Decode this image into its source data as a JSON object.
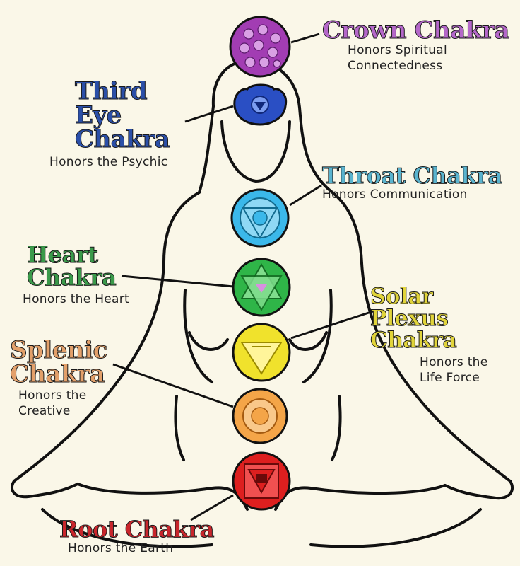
{
  "chakras": [
    {
      "id": "crown",
      "title": "Crown Chakra",
      "subtitle": "Honors Spiritual Connectedness",
      "color": "#a23db3",
      "title_color": "#b467c9"
    },
    {
      "id": "third-eye",
      "title": "Third Eye Chakra",
      "subtitle": "Honors the Psychic",
      "color": "#2a4fc4",
      "title_color": "#2b4fa8"
    },
    {
      "id": "throat",
      "title": "Throat Chakra",
      "subtitle": "Honors Communication",
      "color": "#3bb8ea",
      "title_color": "#5ab4cf"
    },
    {
      "id": "heart",
      "title": "Heart Chakra",
      "subtitle": "Honors the Heart",
      "color": "#2fb548",
      "title_color": "#3a9a4a"
    },
    {
      "id": "solar",
      "title": "Solar Plexus Chakra",
      "subtitle": "Honors the Life Force",
      "color": "#f0e22c",
      "title_color": "#e1d43a"
    },
    {
      "id": "splenic",
      "title": "Splenic Chakra",
      "subtitle": "Honors the Creative",
      "color": "#f4a548",
      "title_color": "#e3a06a"
    },
    {
      "id": "root",
      "title": "Root Chakra",
      "subtitle": "Honors the Earth",
      "color": "#dd1f1f",
      "title_color": "#c9262c"
    }
  ],
  "labels": {
    "crown_title": "Crown Chakra",
    "crown_sub_1": "Honors Spiritual",
    "crown_sub_2": "Connectedness",
    "third_eye_title_1": "Third Eye",
    "third_eye_title_2": "Chakra",
    "third_eye_sub": "Honors the Psychic",
    "throat_title": "Throat Chakra",
    "throat_sub": "Honors Communication",
    "heart_title_1": "Heart",
    "heart_title_2": "Chakra",
    "heart_sub": "Honors the Heart",
    "solar_title_1": "Solar Plexus",
    "solar_title_2": "Chakra",
    "solar_sub_1": "Honors the",
    "solar_sub_2": "Life Force",
    "splenic_title_1": "Splenic",
    "splenic_title_2": "Chakra",
    "splenic_sub_1": "Honors the",
    "splenic_sub_2": "Creative",
    "root_title": "Root Chakra",
    "root_sub": "Honors the Earth"
  }
}
